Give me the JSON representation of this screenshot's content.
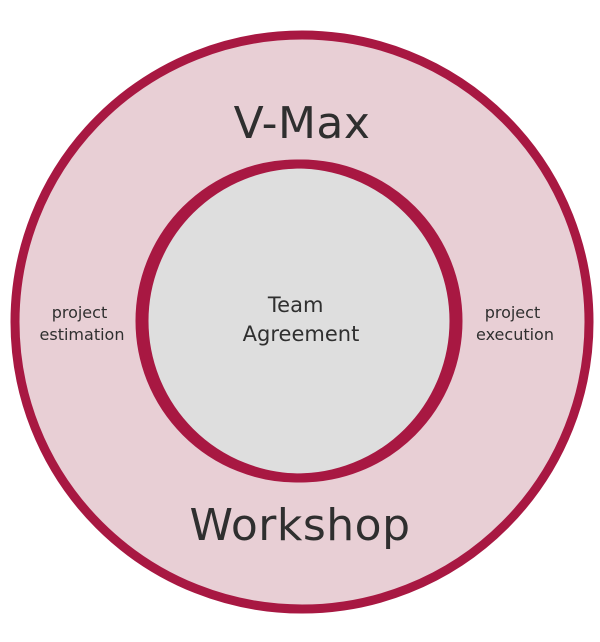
{
  "diagram": {
    "title_top": "V-Max",
    "title_bottom": "Workshop",
    "left_label": [
      "project",
      "estimation"
    ],
    "right_label": [
      "project",
      "execution"
    ],
    "center_label": [
      "Team",
      "Agreement"
    ]
  },
  "colors": {
    "outer_fill": "#e8cfd5",
    "stroke": "#a81842",
    "intersection_fill": "#dedede",
    "text": "#2f2f2f"
  }
}
